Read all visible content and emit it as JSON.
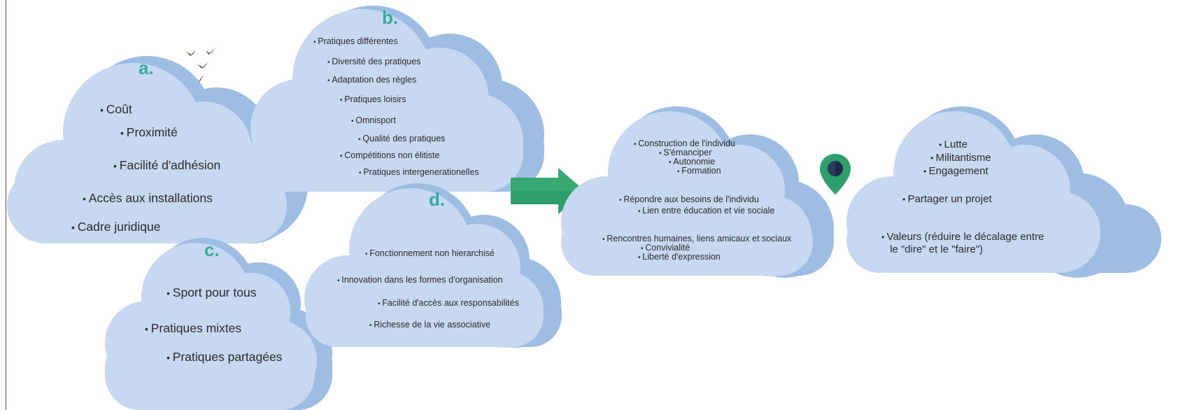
{
  "clouds": {
    "a": {
      "letter": "a.",
      "items": [
        "Coût",
        "Proximité",
        "Facilité d'adhésion",
        "Accès aux installations",
        "Cadre juridique"
      ]
    },
    "b": {
      "letter": "b.",
      "items": [
        "Pratiques différentes",
        "Diversité des pratiques",
        "Adaptation des règles",
        "Pratiques loisirs",
        "Omnisport",
        "Qualité des pratiques",
        "Compétitions non élitiste",
        "Pratiques intergenerationelles"
      ]
    },
    "c": {
      "letter": "c.",
      "items": [
        "Sport pour tous",
        "Pratiques mixtes",
        "Pratiques partagées"
      ]
    },
    "d": {
      "letter": "d.",
      "items": [
        "Fonctionnement non hierarchisé",
        "Innovation dans les formes d'organisation",
        "Facilité d'accès aux responsabilités",
        "Richesse de la vie associative"
      ]
    },
    "e": {
      "items": [
        "Construction de l'individu",
        "S'émanciper",
        "Autonomie",
        "Formation",
        "Répondre aux besoins de l'individu",
        "Lien entre éducation et vie sociale",
        "Rencontres humaines, liens amicaux et sociaux",
        "Convivialité",
        "Liberté d'expression"
      ]
    },
    "f": {
      "items": [
        "Lutte",
        "Militantisme",
        "Engagement",
        "Partager un projet",
        "Valeurs (réduire le décalage entre",
        "le \"dire\" et le \"faire\")"
      ]
    }
  },
  "colors": {
    "cloud_front": "#c6d9f1",
    "cloud_back": "#9dbde3",
    "letter": "#3aaa9c",
    "arrow": "#2e9e6a",
    "pin": "#2e9e6a",
    "pin_center": "#1f2a4a"
  },
  "icons": [
    "birds-icon",
    "arrow-right-icon",
    "map-pin-icon"
  ]
}
